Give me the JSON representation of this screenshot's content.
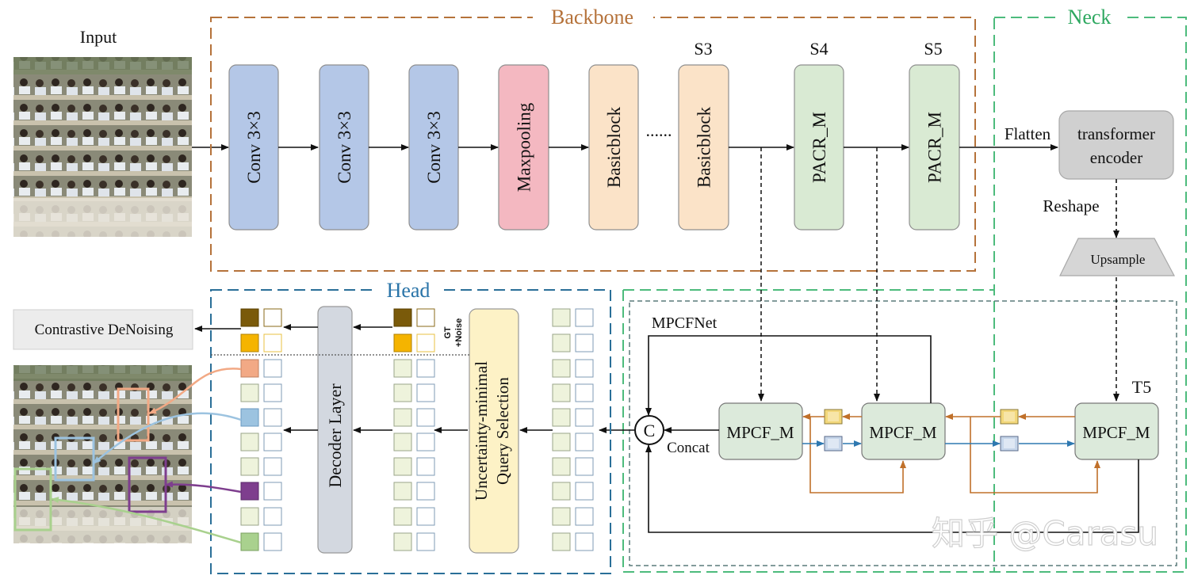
{
  "labels": {
    "input": "Input",
    "backbone": "Backbone",
    "neck": "Neck",
    "head": "Head",
    "s3": "S3",
    "s4": "S4",
    "s5": "S5",
    "t5": "T5",
    "flatten": "Flatten",
    "reshape": "Reshape",
    "upsample": "Upsample",
    "mpcfnet": "MPCFNet",
    "concat": "Concat",
    "concat_symbol": "C",
    "ellipsis": "......",
    "gt_noise_line1": "GT",
    "gt_noise_line2": "+Noise",
    "contrastive": "Contrastive DeNoising",
    "watermark": "知乎 @Carasu"
  },
  "backbone_blocks": [
    {
      "label": "Conv 3×3",
      "color": "#b4c7e7"
    },
    {
      "label": "Conv 3×3",
      "color": "#b4c7e7"
    },
    {
      "label": "Conv 3×3",
      "color": "#b4c7e7"
    },
    {
      "label": "Maxpooling",
      "color": "#f4b8c1"
    },
    {
      "label": "Basicblock",
      "color": "#fbe3c8"
    },
    {
      "label": "Basicblock",
      "color": "#fbe3c8"
    },
    {
      "label": "PACR_M",
      "color": "#d9ead3"
    },
    {
      "label": "PACR_M",
      "color": "#d9ead3"
    }
  ],
  "neck": {
    "transformer_line1": "transformer",
    "transformer_line2": "encoder",
    "mpcf": [
      "MPCF_M",
      "MPCF_M",
      "MPCF_M"
    ]
  },
  "head": {
    "query_selection_line1": "Uncertainty-minimal",
    "query_selection_line2": "Query Selection",
    "decoder": "Decoder Layer"
  },
  "colors": {
    "backbone_border": "#b5723a",
    "backbone_title": "#b5723a",
    "neck_border": "#4dbb7c",
    "neck_title": "#2ea860",
    "head_border": "#2a6f98",
    "head_title": "#2a74a8",
    "mpcf_border": "#5a7a7a",
    "orange_arrow": "#c0702a",
    "blue_arrow": "#2e78b0"
  }
}
